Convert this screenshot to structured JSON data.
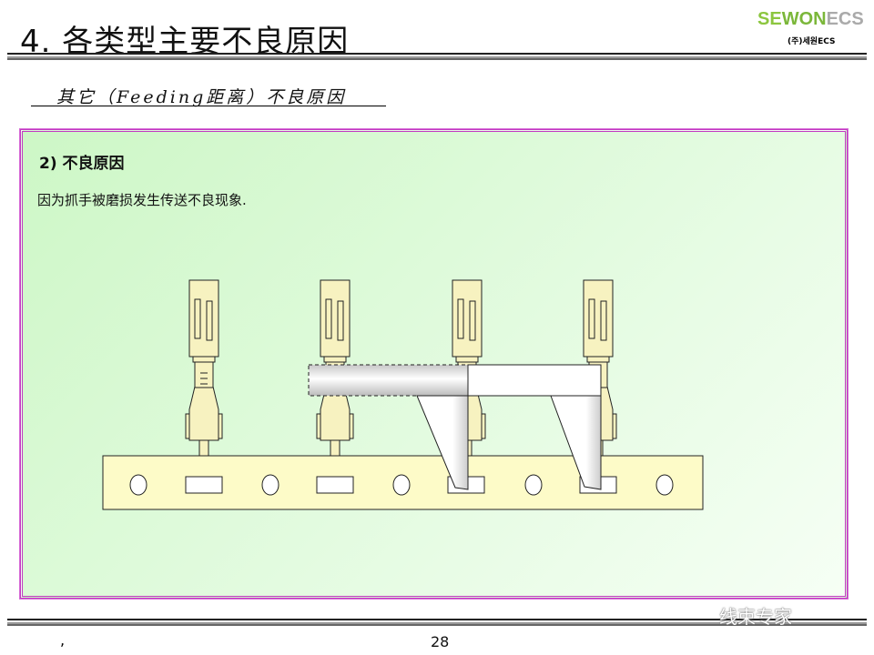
{
  "header": {
    "title": "4. 各类型主要不良原因",
    "subtitle": "其它（Feeding距离）不良原因"
  },
  "logo": {
    "brand_green": "SE",
    "brand_dark": "WON",
    "brand_grey": "ECS",
    "sub": "(주)세원ECS",
    "accent": "#8cc63f"
  },
  "content": {
    "section_title": "2) 不良原因",
    "description": "因为抓手被磨损发生传送不良现象."
  },
  "footer": {
    "page_number": "28",
    "mark": ",",
    "watermark": "线束专家"
  },
  "colors": {
    "border": "#c23ac2",
    "terminal": "#f7f2c0",
    "strip": "#fdfbc8"
  }
}
